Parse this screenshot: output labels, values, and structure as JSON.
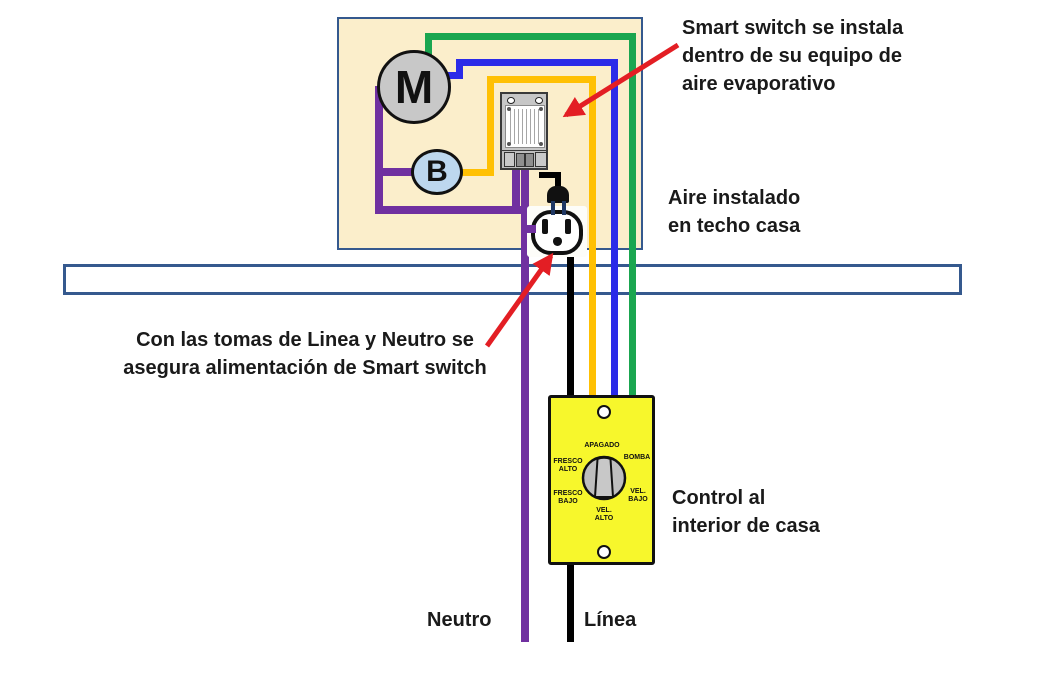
{
  "notes": {
    "smart_switch": {
      "lines": [
        "Smart switch se instala",
        "dentro de su equipo de",
        "aire evaporativo"
      ]
    },
    "roof": {
      "lines": [
        "Aire instalado",
        "en techo casa"
      ]
    },
    "power": {
      "lines": [
        "Con las tomas de Linea y Neutro se",
        "asegura alimentación de Smart switch"
      ]
    },
    "control": {
      "lines": [
        "Control al",
        "interior de casa"
      ]
    }
  },
  "wire_labels": {
    "neutral": "Neutro",
    "line": "Línea"
  },
  "components": {
    "motor_label": "M",
    "pump_label": "B",
    "control_switch_positions": {
      "off": "APAGADO",
      "pump": "BOMBA",
      "cool_high": [
        "FRESCO",
        "ALTO"
      ],
      "cool_low": [
        "FRESCO",
        "BAJO"
      ],
      "speed_low": [
        "VEL.",
        "BAJO"
      ],
      "speed_high": [
        "VEL.",
        "ALTO"
      ]
    }
  },
  "colors": {
    "wire_green": "#1AA650",
    "wire_blue": "#2B2BE8",
    "wire_yellow": "#FFC003",
    "wire_purple": "#7030A0",
    "wire_black": "#000000",
    "arrow_red": "#E31E24",
    "cooler_box_fill": "#FBEECB",
    "cooler_box_border": "#35598E",
    "control_plate_fill": "#F7F72C",
    "motor_fill": "#C8C8C8",
    "pump_fill": "#BDD7EE"
  }
}
